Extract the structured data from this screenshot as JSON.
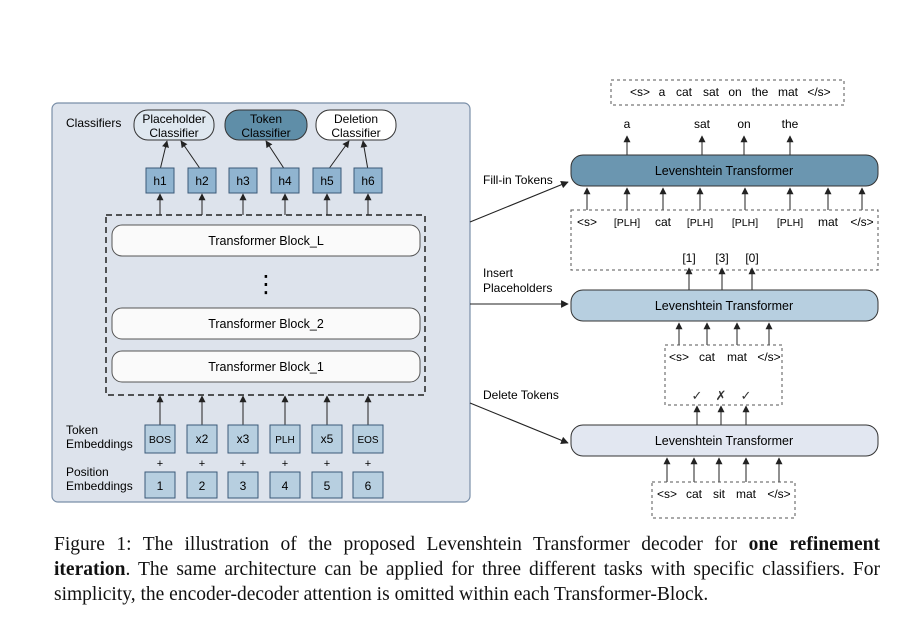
{
  "left_panel": {
    "classifiers_label": "Classifiers",
    "classifiers": [
      {
        "line1": "Placeholder",
        "line2": "Classifier",
        "fill": "#dfe8f0"
      },
      {
        "line1": "Token",
        "line2": "Classifier",
        "fill": "#5f8ea8"
      },
      {
        "line1": "Deletion",
        "line2": "Classifier",
        "fill": "#ffffff"
      }
    ],
    "hidden_states": [
      "h1",
      "h2",
      "h3",
      "h4",
      "h5",
      "h6"
    ],
    "blocks": [
      "Transformer Block_L",
      "Transformer Block_2",
      "Transformer Block_1"
    ],
    "ellipsis": "⋮",
    "token_label": [
      "Token",
      "Embeddings"
    ],
    "tokens": [
      "BOS",
      "x2",
      "x3",
      "PLH",
      "x5",
      "EOS"
    ],
    "plus": "+",
    "position_label": [
      "Position",
      "Embeddings"
    ],
    "positions": [
      "1",
      "2",
      "3",
      "4",
      "5",
      "6"
    ]
  },
  "right_panel": {
    "output_tokens": [
      "<s>",
      "a",
      "cat",
      "sat",
      "on",
      "the",
      "mat",
      "</s>"
    ],
    "filled_words": [
      "a",
      "sat",
      "on",
      "the"
    ],
    "stage_fill": {
      "label": "Fill-in Tokens",
      "model": "Levenshtein Transformer",
      "color": "#6b96b0"
    },
    "plh_tokens": [
      "<s>",
      "[PLH]",
      "cat",
      "[PLH]",
      "[PLH]",
      "[PLH]",
      "mat",
      "</s>"
    ],
    "insert_counts": [
      "[1]",
      "[3]",
      "[0]"
    ],
    "stage_insert": {
      "label": [
        "Insert",
        "Placeholders"
      ],
      "model": "Levenshtein Transformer",
      "color": "#b7cfe0"
    },
    "after_delete_tokens": [
      "<s>",
      "cat",
      "mat",
      "</s>"
    ],
    "delete_marks": [
      "✓",
      "✗",
      "✓"
    ],
    "stage_delete": {
      "label": "Delete Tokens",
      "model": "Levenshtein Transformer",
      "color": "#e2e7f1"
    },
    "input_tokens": [
      "<s>",
      "cat",
      "sit",
      "mat",
      "</s>"
    ]
  },
  "caption": {
    "part1": "Figure 1: The illustration of the proposed Levenshtein Transformer decoder for ",
    "bold": "one refinement iteration",
    "part2": ". The same architecture can be applied for three different tasks with specific classifiers. For simplicity, the encoder-decoder attention is omitted within each Transformer-Block."
  },
  "colors": {
    "panel_bg": "#dde3ec",
    "panel_border": "#7a8fa8",
    "square_fill": "#b7cfe0",
    "square_border": "#3a5a78",
    "hidden_fill": "#90b4d0",
    "line": "#222222"
  }
}
